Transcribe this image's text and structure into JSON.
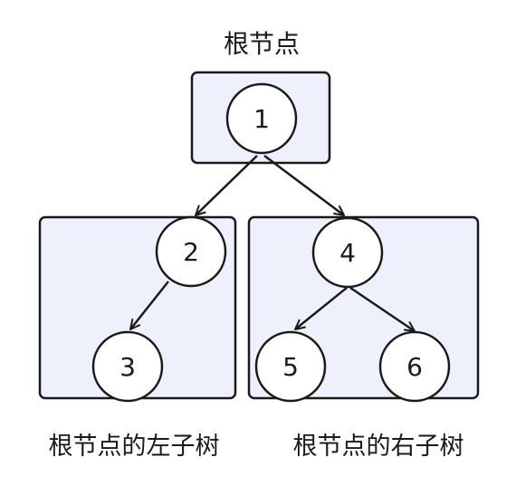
{
  "root_label": "根节点",
  "left_subtree_label": "根节点的左子树",
  "right_subtree_label": "根节点的右子树",
  "nodes": {
    "n1": "1",
    "n2": "2",
    "n3": "3",
    "n4": "4",
    "n5": "5",
    "n6": "6"
  },
  "colors": {
    "box_fill": "#eef1fb",
    "stroke": "#1a1a1a"
  }
}
